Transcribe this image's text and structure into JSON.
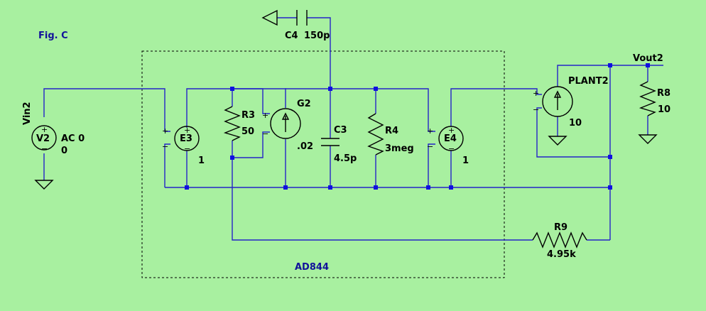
{
  "figure_label": "Fig. C",
  "subcircuit_label": "AD844",
  "nets": {
    "vin2": "Vin2",
    "vout2": "Vout2"
  },
  "components": {
    "v2": {
      "name": "V2",
      "value": "AC 0",
      "value2": "0"
    },
    "e3": {
      "name": "E3",
      "value": "1"
    },
    "r3": {
      "name": "R3",
      "value": "50"
    },
    "g2": {
      "name": "G2",
      "value": ".02"
    },
    "c3": {
      "name": "C3",
      "value": "4.5p"
    },
    "r4": {
      "name": "R4",
      "value": "3meg"
    },
    "e4": {
      "name": "E4",
      "value": "1"
    },
    "c4": {
      "name": "C4",
      "value": "150p"
    },
    "plant2": {
      "name": "PLANT2",
      "value": "10"
    },
    "r8": {
      "name": "R8",
      "value": "10"
    },
    "r9": {
      "name": "R9",
      "value": "4.95k"
    }
  },
  "colors": {
    "background": "#a8f0a0",
    "wire": "#2424c8",
    "node": "#1010e0",
    "label_blue": "#12129a"
  }
}
